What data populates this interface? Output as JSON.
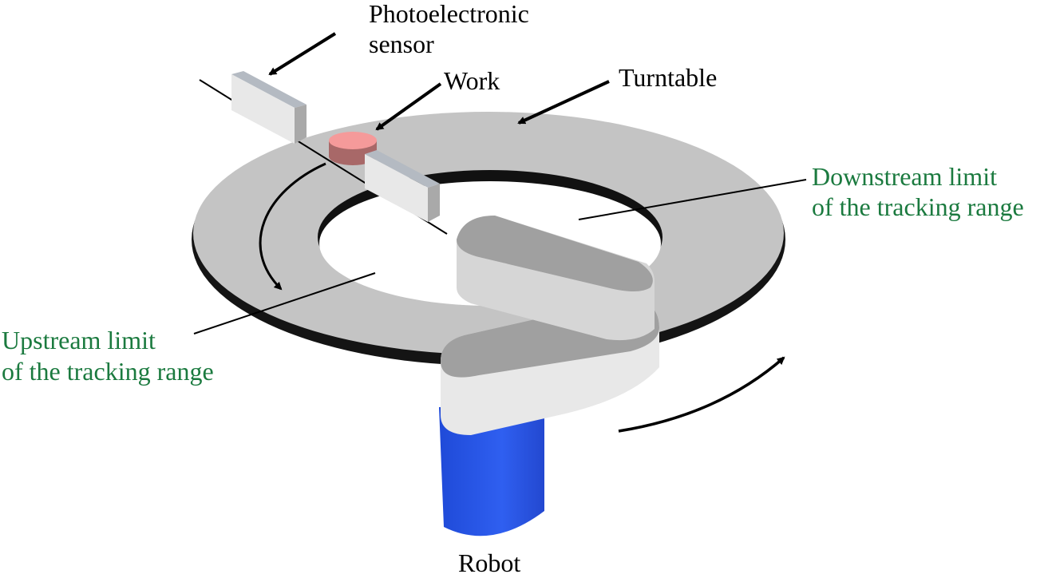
{
  "diagram": {
    "title": "Turntable conveyor tracking setup",
    "labels": {
      "sensor_line1": "Photoelectronic",
      "sensor_line2": "sensor",
      "work": "Work",
      "turntable": "Turntable",
      "downstream_line1": "Downstream limit",
      "downstream_line2": "of the tracking range",
      "upstream_line1": "Upstream limit",
      "upstream_line2": "of the tracking range",
      "robot": "Robot"
    },
    "colors": {
      "turntable": "#c4c4c4",
      "turntable_edge": "#1a1a1a",
      "work": "#f59a9a",
      "robot_base": "#2d5be8",
      "robot_arm": "#e6e6e6",
      "robot_arm_top": "#a0a0a0",
      "sensor": "#e8e8e8",
      "limit_text": "#1b7a3f"
    }
  }
}
